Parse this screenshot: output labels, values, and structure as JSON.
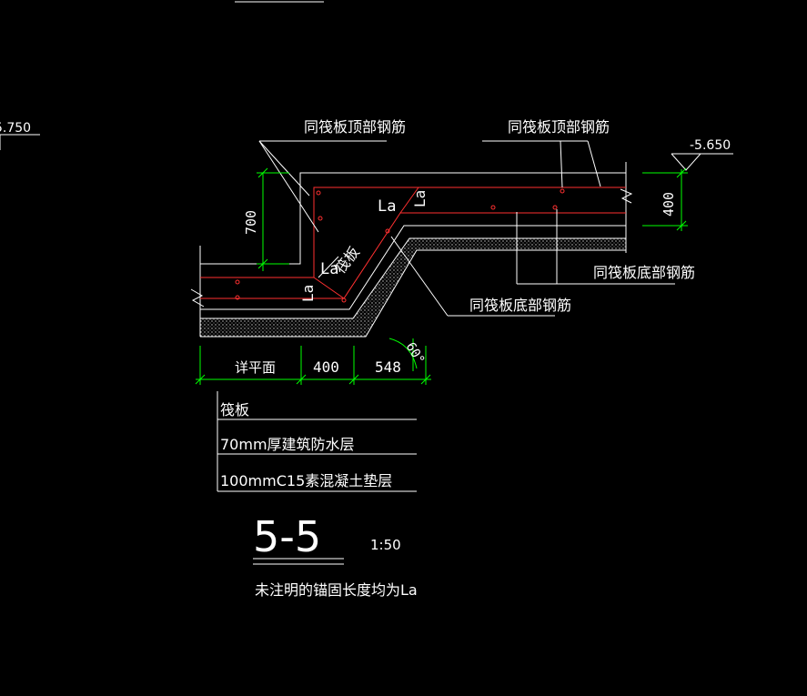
{
  "colors": {
    "background": "#000000",
    "line": "#ffffff",
    "rebar": "#ff3030",
    "dimension": "#00ff00",
    "hatch": "#bfbfbf"
  },
  "elevations": {
    "left": "5.750",
    "right": "-5.650"
  },
  "labels": {
    "top_left": "同筏板顶部钢筋",
    "top_right": "同筏板顶部钢筋",
    "bottom_right": "同筏板底部钢筋",
    "bottom_middle": "同筏板底部钢筋",
    "slab": "筏板",
    "la_1": "La",
    "la_2": "La",
    "la_3": "La",
    "la_4": "La"
  },
  "dimensions": {
    "height_700": "700",
    "height_400": "400",
    "detail_plan": "详平面",
    "width_400": "400",
    "width_548": "548",
    "angle": "60°"
  },
  "legend": {
    "layer_1": "筏板",
    "layer_2": "70mm厚建筑防水层",
    "layer_3": "100mmC15素混凝土垫层"
  },
  "title": {
    "section": "5-5",
    "scale": "1:50",
    "note": "未注明的锚固长度均为La"
  }
}
